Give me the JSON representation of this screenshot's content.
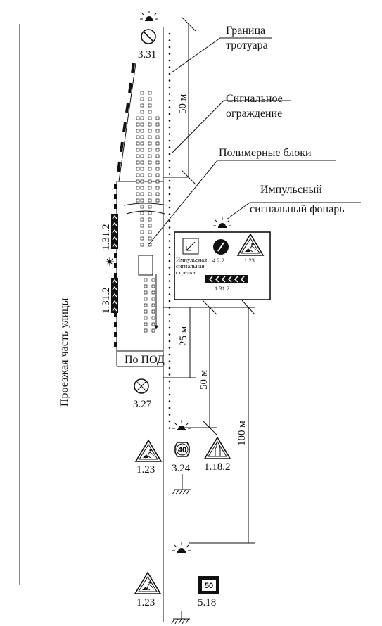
{
  "labels": {
    "sidewalk_border": [
      "Граница",
      "тротуара"
    ],
    "signal_fence": [
      "Сигнальное",
      "ограждение"
    ],
    "polymer_blocks": "Полимерные блоки",
    "pulse_lamp": [
      "Импульсный",
      "сигнальный фонарь"
    ],
    "carriageway": "Проезжая часть улицы",
    "road_marking_area": "По ПОД",
    "panel_arrow_caption": [
      "Импульсная",
      "сигнальная",
      "стрелка"
    ]
  },
  "dimensions": {
    "d50_top": "50 м",
    "d25": "25 м",
    "d50_mid": "50 м",
    "d100": "100 м"
  },
  "signs": {
    "s331": "3.31",
    "s1312_top": "1.31.2",
    "s1312_bottom": "1.31.2",
    "s327": "3.27",
    "s123_a": "1.23",
    "s324": "3.24",
    "s324_value": "40",
    "s1182": "1.18.2",
    "s123_b": "1.23",
    "s518": "5.18",
    "s518_value": "50",
    "panel_s422": "4.2.2",
    "panel_s123": "1.23",
    "panel_s1312": "1.31.2"
  },
  "icons": {
    "lamp": "pulse-lamp-icon",
    "no_stopping": "no-stopping-sign-icon",
    "road_works": "road-works-sign-icon",
    "chevrons": "chevron-board-icon",
    "keep_right": "keep-right-sign-icon",
    "speed_limit": "speed-limit-sign-icon",
    "narrowing": "road-narrowing-sign-icon",
    "parking": "parking-zone-sign-icon",
    "end_no_stopping": "end-no-stopping-sign-icon"
  }
}
